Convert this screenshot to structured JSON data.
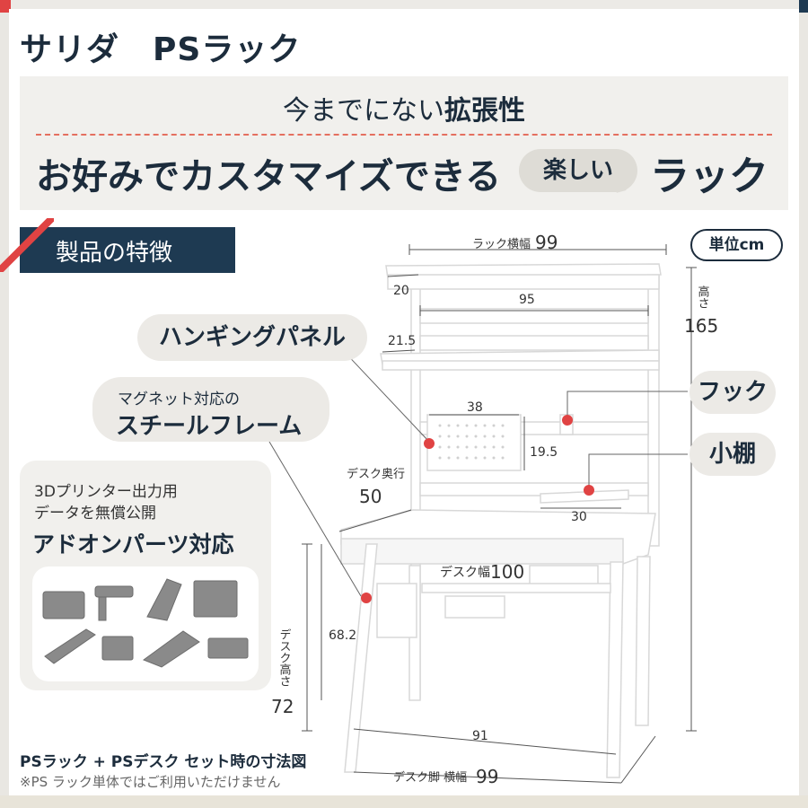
{
  "brand": "サリダ　PSラック",
  "banner": {
    "line1_prefix": "今までにない",
    "line1_bold": "拡張性",
    "line2": "お好みでカスタマイズできる",
    "bubble": "楽しい",
    "rack": "ラック"
  },
  "feature_heading": "製品の特徴",
  "unit": "単位cm",
  "callouts": {
    "hanging_panel": "ハンギングパネル",
    "steel_small": "マグネット対応の",
    "steel": "スチールフレーム",
    "hook": "フック",
    "small_shelf": "小棚"
  },
  "addon": {
    "line1": "3Dプリンター出力用",
    "line2": "データを無償公開",
    "title": "アドオンパーツ対応"
  },
  "dimensions": {
    "rack_width_label": "ラック横幅",
    "rack_width": "99",
    "top_depth": "20",
    "inner_width": "95",
    "shelf_depth": "21.5",
    "height_label": "高さ",
    "height": "165",
    "panel_width": "38",
    "panel_height": "19.5",
    "desk_depth_label": "デスク奥行",
    "desk_depth": "50",
    "small_shelf_width": "30",
    "desk_width_label": "デスク幅",
    "desk_width": "100",
    "leg_inner_height": "68.2",
    "desk_height_label": "デスク高さ",
    "desk_height": "72",
    "leg_inner_width": "91",
    "desk_leg_width_label": "デスク脚 横幅",
    "desk_leg_width": "99"
  },
  "footer": {
    "line1": "PSラック + PSデスク セット時の寸法図",
    "line2": "※PS ラック単体ではご利用いただけません"
  },
  "colors": {
    "navy": "#1e3a52",
    "accent_red": "#e04343",
    "dash_red": "#e46f5f",
    "banner_bg": "#f1f0ed"
  }
}
